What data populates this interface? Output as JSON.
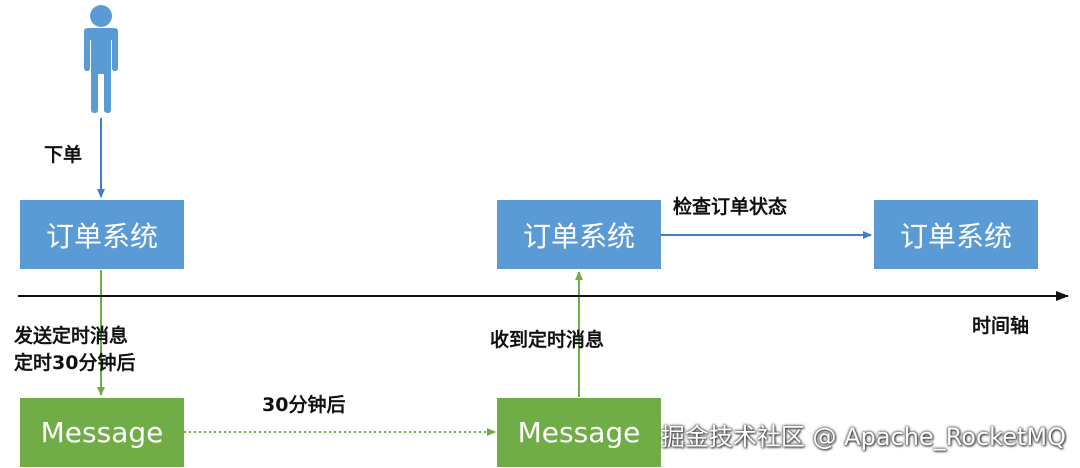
{
  "actor": {
    "icon": "person-icon",
    "color": "#5b9bd5"
  },
  "nodes": {
    "order_system_1": "订单系统",
    "order_system_2": "订单系统",
    "order_system_3": "订单系统",
    "message_1": "Message",
    "message_2": "Message"
  },
  "labels": {
    "place_order": "下单",
    "send_timed_line1": "发送定时消息",
    "send_timed_line2": "定时30分钟后",
    "after_30min": "30分钟后",
    "receive_timed": "收到定时消息",
    "check_status": "检查订单状态",
    "timeline": "时间轴"
  },
  "colors": {
    "system_box": "#5b9bd5",
    "message_box": "#70ad47",
    "timeline": "#111111"
  },
  "watermark": "掘金技术社区 @ Apache_RocketMQ"
}
